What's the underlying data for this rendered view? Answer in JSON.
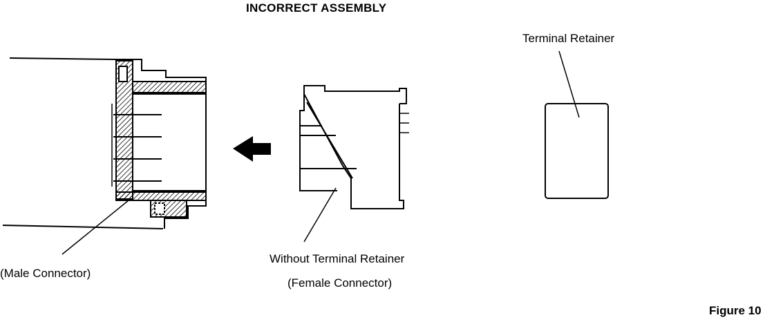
{
  "title": "INCORRECT ASSEMBLY",
  "labels": {
    "terminal_retainer": "Terminal Retainer",
    "male_connector": "(Male Connector)",
    "without_retainer": "Without Terminal Retainer",
    "female_connector": "(Female Connector)",
    "figure": "Figure 10"
  },
  "icons": {
    "arrow": "left-arrow-icon"
  }
}
